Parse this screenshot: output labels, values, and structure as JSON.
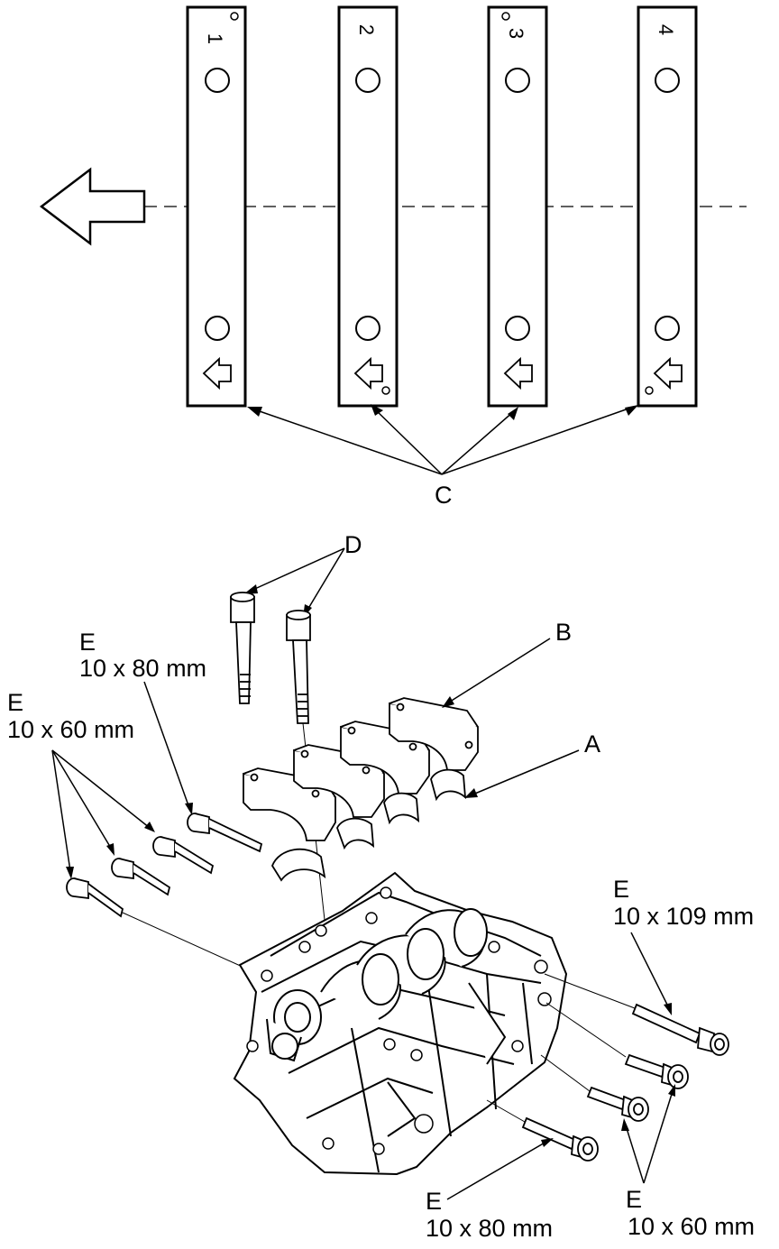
{
  "caps": [
    {
      "number": "1"
    },
    {
      "number": "2"
    },
    {
      "number": "3"
    },
    {
      "number": "4"
    }
  ],
  "labels": {
    "a": "A",
    "b": "B",
    "c": "C",
    "d": "D",
    "e_left_80_letter": "E",
    "e_left_80_size": "10 x 80 mm",
    "e_left_60_letter": "E",
    "e_left_60_size": "10 x 60 mm",
    "e_right_109_letter": "E",
    "e_right_109_size": "10 x 109 mm",
    "e_bottom_80_letter": "E",
    "e_bottom_80_size": "10 x 80 mm",
    "e_bottom_60_letter": "E",
    "e_bottom_60_size": "10 x 60 mm"
  }
}
